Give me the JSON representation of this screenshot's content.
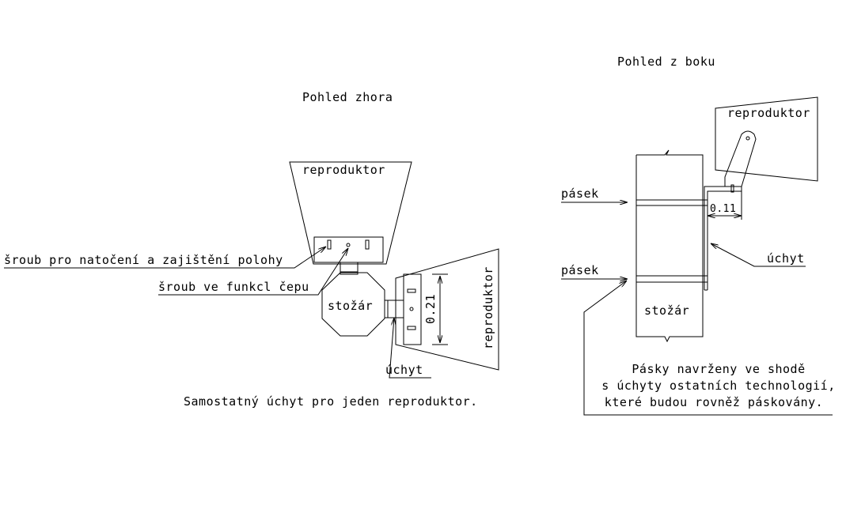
{
  "top_view": {
    "title": "Pohled zhora",
    "speaker_top_label": "reproduktor",
    "speaker_right_label": "reproduktor",
    "mast_label": "stožár",
    "screw_rotation_label": "šroub pro natočení a zajištění polohy",
    "screw_pivot_label": "šroub ve funkcl čepu",
    "bracket_label": "úchyt",
    "dimension": "0.21",
    "caption": "Samostatný úchyt pro jeden reproduktor."
  },
  "side_view": {
    "title": "Pohled z boku",
    "speaker_label": "reproduktor",
    "strap_label_1": "pásek",
    "strap_label_2": "pásek",
    "bracket_label": "úchyt",
    "mast_label": "stožár",
    "dimension": "0.11",
    "note_lines": [
      "Pásky navrženy ve shodě",
      "s úchyty ostatních technologií,",
      "které budou rovněž páskovány."
    ]
  }
}
